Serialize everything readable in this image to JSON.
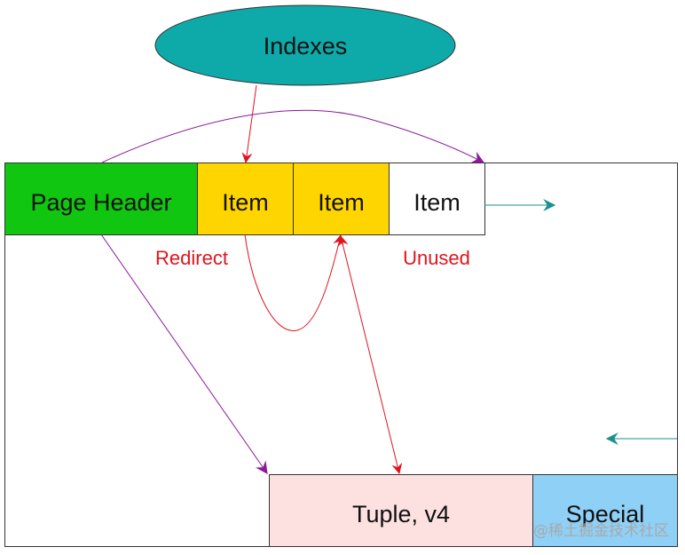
{
  "indexes": {
    "label": "Indexes"
  },
  "page_header": {
    "label": "Page Header"
  },
  "items": [
    {
      "label": "Item"
    },
    {
      "label": "Item"
    },
    {
      "label": "Item"
    }
  ],
  "notes": {
    "redirect": "Redirect",
    "unused": "Unused"
  },
  "tuple": {
    "label": "Tuple, v4"
  },
  "special": {
    "label": "Special"
  },
  "watermark": {
    "text": "@稀土掘金技术社区"
  },
  "colors": {
    "indexes_fill": "#0eaaaa",
    "page_header_fill": "#10c610",
    "item_fill": "#ffd500",
    "item_unused_fill": "#ffffff",
    "tuple_fill": "#fde1e1",
    "special_fill": "#8fd0f7",
    "note_text": "#e0141e",
    "arrow_red": "#e0141e",
    "arrow_purple": "#8b1a9a",
    "arrow_teal": "#1a8f8f"
  }
}
